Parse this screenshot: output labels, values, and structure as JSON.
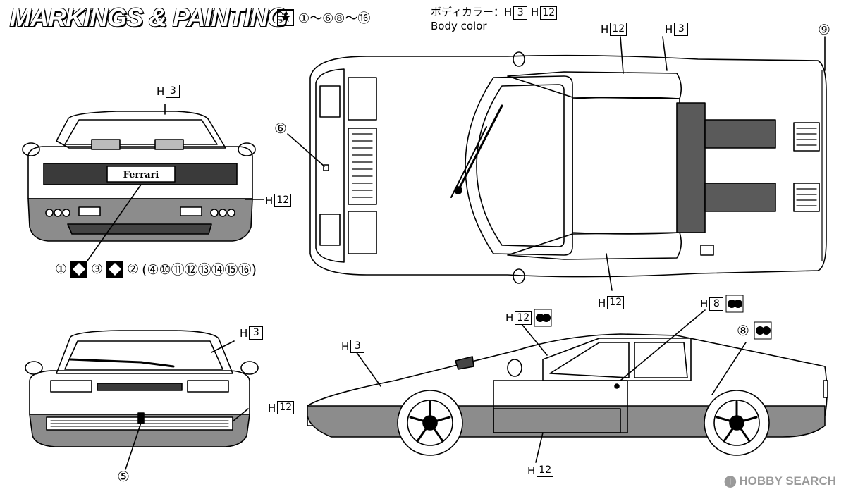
{
  "title": "MARKINGS & PAINTING",
  "applies": {
    "star": "★",
    "range": "①～⑥⑧～⑯"
  },
  "body_color": {
    "line1": "ボディカラー：H3 H12",
    "jp": "ボディカラー：",
    "c1": "3",
    "c2": "12",
    "line2": "Body color"
  },
  "callouts": {
    "h": "H",
    "rear_top": "3",
    "rear_side": "12",
    "top_a": "12",
    "top_b": "3",
    "top_c": "12",
    "front_top": "3",
    "front_side": "12",
    "side_body": "3",
    "side_lower": "12",
    "side_window": "12",
    "side_door": "8"
  },
  "numbers": {
    "rear_ref": "⑥",
    "nine": "⑨",
    "five": "⑤",
    "eight": "⑧"
  },
  "legend": {
    "a": "①",
    "b": "③",
    "c": "②",
    "rest": "(④⑩⑪⑫⑬⑭⑮⑯)"
  },
  "emblem_text": "Ferrari",
  "watermark": {
    "icon": "🅘",
    "text": "HOBBY SEARCH"
  },
  "colors": {
    "line": "#000000",
    "fill_dark": "#5a5a5a",
    "fill_mid": "#8c8c8c",
    "paper": "#ffffff"
  }
}
